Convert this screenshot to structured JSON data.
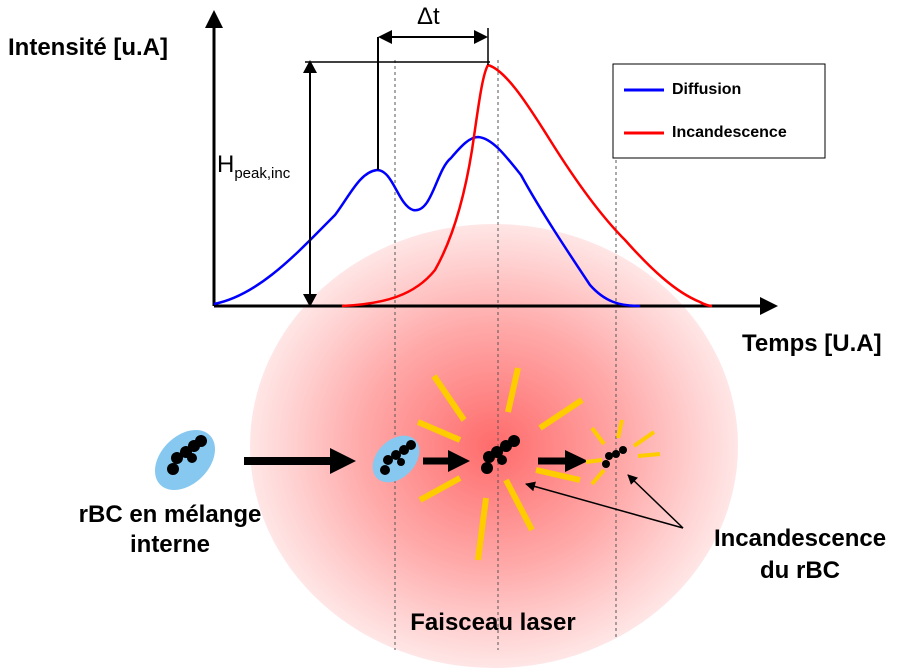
{
  "chart": {
    "y_axis_label": "Intensité [u.A]",
    "x_axis_label": "Temps [U.A]",
    "delta_label": "Δt",
    "h_peak_main": "H",
    "h_peak_sub": "peak,inc",
    "legend": [
      {
        "name": "Diffusion",
        "color": "#0000ff"
      },
      {
        "name": "Incandescence",
        "color": "#ff0000"
      }
    ]
  },
  "diagram": {
    "particle_label_line1": "rBC en mélange",
    "particle_label_line2": "interne",
    "incandescence_label_line1": "Incandescence",
    "incandescence_label_line2": "du rBC",
    "beam_label": "Faisceau laser"
  },
  "colors": {
    "diffusion": "#0000ff",
    "incandescence": "#ff0000",
    "laser_center": "#ff6b6b",
    "coating": "#87c8f0",
    "sparks": "#ffcc00"
  }
}
